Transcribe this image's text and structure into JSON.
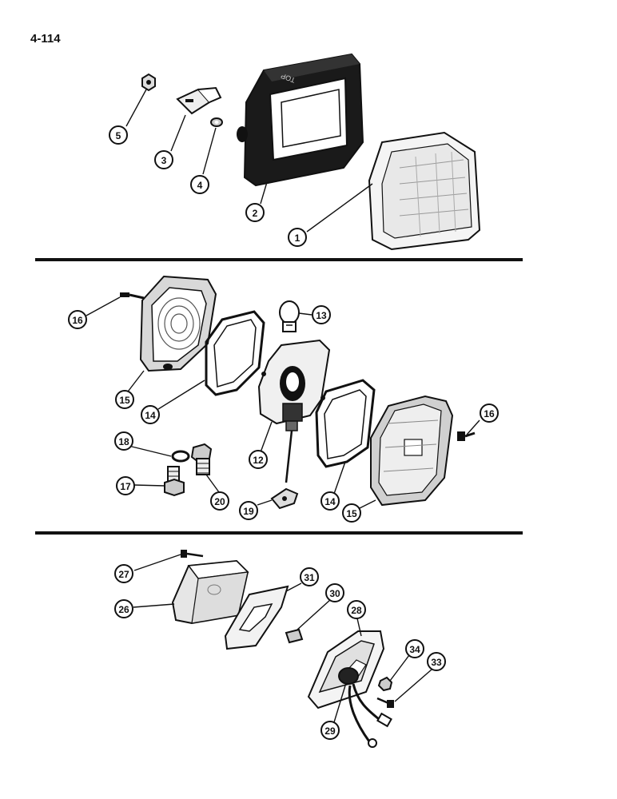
{
  "page_number": "4-114",
  "colors": {
    "ink": "#111111",
    "paper": "#ffffff"
  },
  "sections": [
    {
      "name": "headlamp-assembly",
      "callouts": [
        "1",
        "2",
        "3",
        "4",
        "5"
      ]
    },
    {
      "name": "warning-lamp-assembly",
      "callouts": [
        "12",
        "13",
        "14",
        "15",
        "16",
        "17",
        "18",
        "19",
        "20"
      ]
    },
    {
      "name": "tail-lamp-assembly",
      "callouts": [
        "26",
        "27",
        "28",
        "29",
        "30",
        "31",
        "33",
        "34"
      ]
    }
  ],
  "callouts": {
    "c1": "1",
    "c2": "2",
    "c3": "3",
    "c4": "4",
    "c5": "5",
    "c12": "12",
    "c13": "13",
    "c14a": "14",
    "c14b": "14",
    "c15a": "15",
    "c15b": "15",
    "c16a": "16",
    "c16b": "16",
    "c17": "17",
    "c18": "18",
    "c19": "19",
    "c20": "20",
    "c26": "26",
    "c27": "27",
    "c28": "28",
    "c29": "29",
    "c30": "30",
    "c31": "31",
    "c33": "33",
    "c34": "34"
  },
  "embossed_text": {
    "top_mark": "TOP"
  }
}
